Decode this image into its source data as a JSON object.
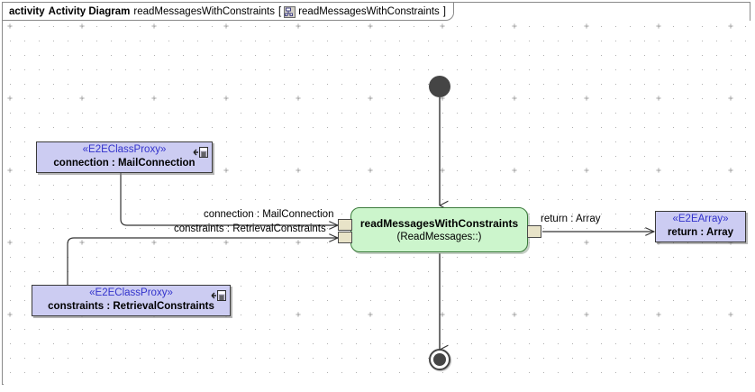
{
  "header": {
    "keyword": "activity",
    "kind": "Activity Diagram",
    "name": "readMessagesWithConstraints",
    "bracket_open": "[",
    "bracket_close": "]",
    "tab_icon": "activity-diagram-icon",
    "inner_name": "readMessagesWithConstraints"
  },
  "colors": {
    "frame_border": "#8a8a8a",
    "grid_dot": "#b0b0b0",
    "proxy_fill": "#ccccf2",
    "proxy_border": "#3a3a3a",
    "stereotype_text": "#3333cc",
    "activity_fill": "#ccf5cc",
    "activity_border": "#3a7a3a",
    "pin_fill": "#e8e3c8",
    "node_fill": "#454545",
    "connector": "#333333"
  },
  "nodes": {
    "initial": {
      "label": "initial-node"
    },
    "final": {
      "label": "activity-final-node"
    },
    "activity": {
      "name": "readMessagesWithConstraints",
      "qualifier": "(ReadMessages::)"
    },
    "proxy_connection": {
      "stereotype": "«E2EClassProxy»",
      "name": "connection : MailConnection",
      "icon": "class-proxy-icon"
    },
    "proxy_constraints": {
      "stereotype": "«E2EClassProxy»",
      "name": "constraints : RetrievalConstraints",
      "icon": "class-proxy-icon"
    },
    "array_return": {
      "stereotype": "«E2EArray»",
      "name": "return : Array"
    }
  },
  "pins": {
    "input_connection": "input-pin-connection",
    "input_constraints": "input-pin-constraints",
    "output_return": "output-pin-return"
  },
  "edges": {
    "connection_label": "connection : MailConnection",
    "constraints_label": "constraints : RetrievalConstraints",
    "return_label": "return : Array"
  }
}
